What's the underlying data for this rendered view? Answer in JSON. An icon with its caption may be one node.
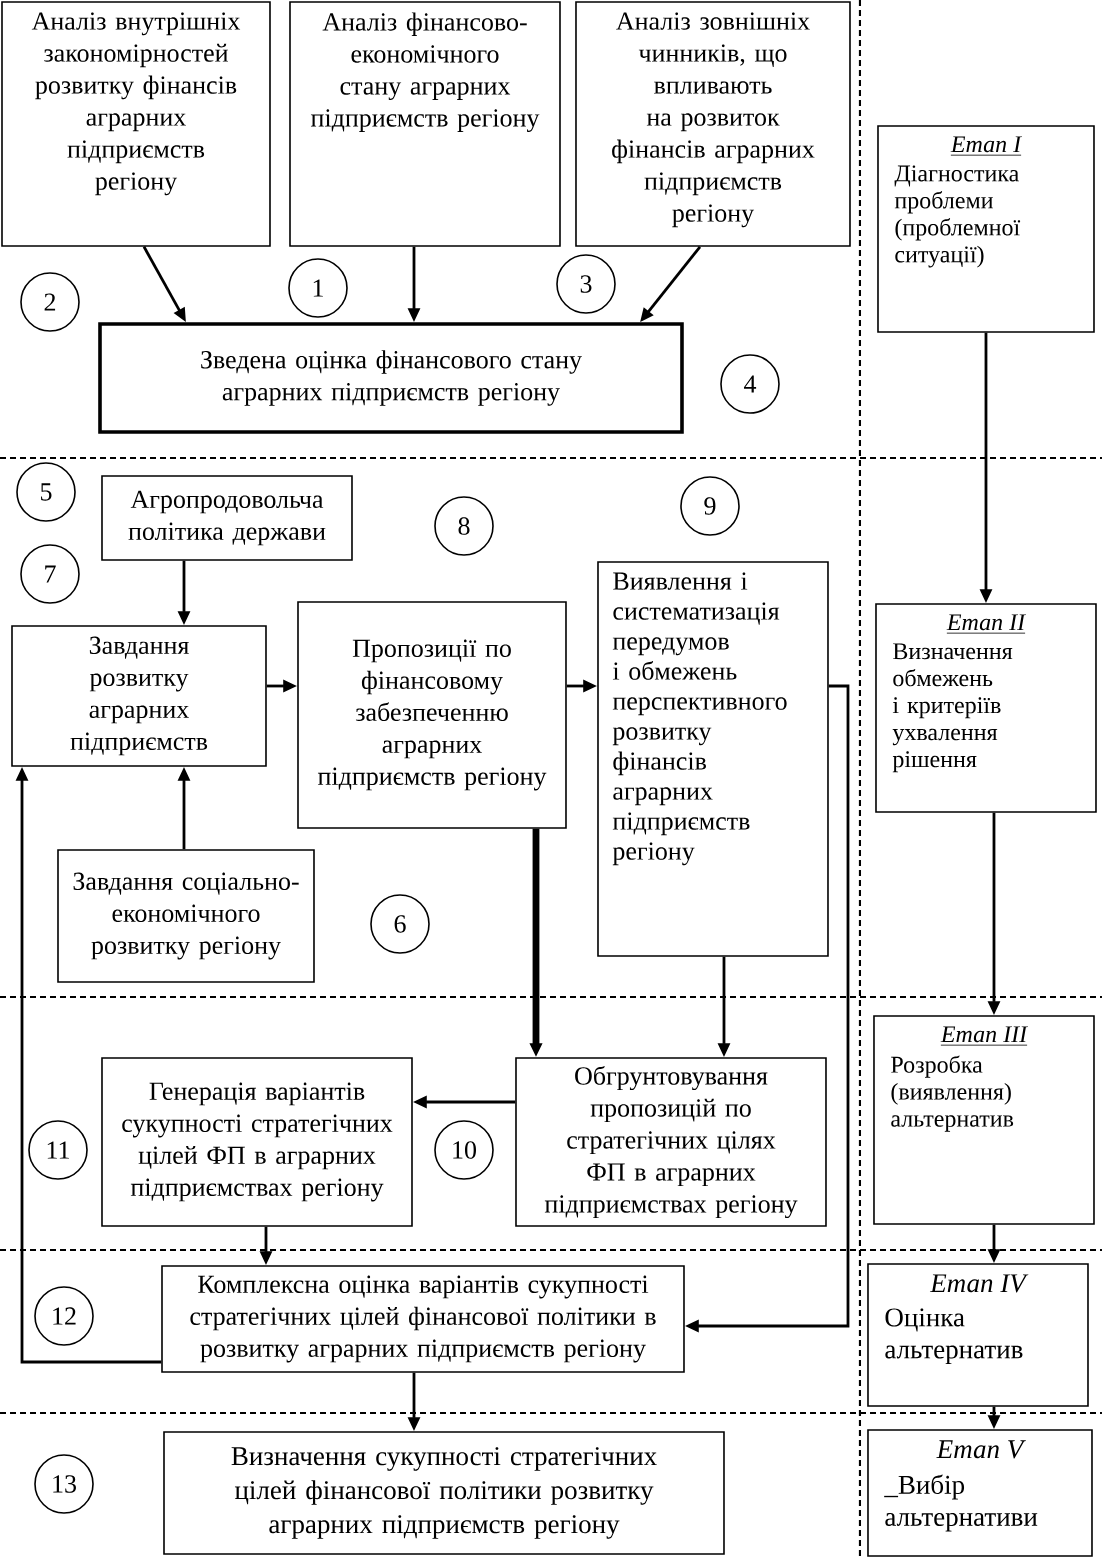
{
  "diagram": {
    "nodes": [
      {
        "text": [
          "Аналіз внутрішніх закономірностей розвитку фінансів аграрних підприємств регіону"
        ]
      },
      {
        "text": [
          "Аналіз фінансово-економічного стану аграрних підприємств регіону"
        ]
      },
      {
        "text": [
          "Аналіз зовнішніх чинників, що впливають на розвиток фінансів аграрних підприємств регіону"
        ]
      },
      {
        "text": [
          "2"
        ]
      },
      {
        "text": [
          "1"
        ]
      },
      {
        "text": [
          "3"
        ]
      },
      {
        "text": [
          "Зведена оцінка фінансового стану аграрних підприємств регіону"
        ]
      },
      {
        "text": [
          "4"
        ]
      },
      {
        "text": [
          "5"
        ]
      },
      {
        "text": [
          "Агропродовольча політика держави"
        ]
      },
      {
        "text": [
          "8"
        ]
      },
      {
        "text": [
          "9"
        ]
      },
      {
        "text": [
          "7"
        ]
      },
      {
        "text": [
          "Завдання розвитку аграрних підприємств"
        ]
      },
      {
        "text": [
          "Пропозиції по фінансовому забезпеченню аграрних підприємств регіону"
        ]
      },
      {
        "text": [
          "Виявлення і систематизація передумов і обмежень перспективного розвитку фінансів аграрних підприємств регіону"
        ]
      },
      {
        "text": [
          "Завдання соціально-економічного розвитку регіону"
        ]
      },
      {
        "text": [
          "6"
        ]
      },
      {
        "text": [
          "Генерація варіантів сукупності стратегічних цілей ФП в аграрних підприємствах регіону"
        ]
      },
      {
        "text": [
          "Обгрунтовування пропозицій по стратегічних цілях ФП в аграрних підприємствах регіону"
        ]
      },
      {
        "text": [
          "11"
        ]
      },
      {
        "text": [
          "10"
        ]
      },
      {
        "text": [
          "12"
        ]
      },
      {
        "text": [
          "Комплексна оцінка варіантів сукупності стратегічних цілей фінансової політики в розвитку аграрних підприємств регіону"
        ]
      },
      {
        "text": [
          "13"
        ]
      },
      {
        "text": [
          "Визначення сукупності стратегічних цілей фінансової політики розвитку аграрних підприємств регіону"
        ]
      },
      {
        "text": [
          "Етап I",
          "Діагностика проблеми (проблемної ситуації)"
        ]
      },
      {
        "text": [
          "Етап II",
          "Визначення обмежень і критеріїв ухвалення рішення"
        ]
      },
      {
        "text": [
          "Етап III",
          "Розробка (виявлення) альтернатив"
        ]
      },
      {
        "text": [
          "Етап IV",
          "Оцінка альтернатив"
        ]
      },
      {
        "text": [
          "Етап V",
          "_Вибір альтернативи"
        ]
      }
    ],
    "edges": [
      {
        "from": 0,
        "to": 6,
        "arrow": "to"
      },
      {
        "from": 1,
        "to": 6,
        "arrow": "to"
      },
      {
        "from": 2,
        "to": 6,
        "arrow": "to"
      },
      {
        "from": 9,
        "to": 13,
        "arrow": "to"
      },
      {
        "from": 16,
        "to": 13,
        "arrow": "to"
      },
      {
        "from": 13,
        "to": 14,
        "arrow": "to"
      },
      {
        "from": 14,
        "to": 15,
        "arrow": "to"
      },
      {
        "from": 14,
        "to": 19,
        "arrow": "to",
        "style": "thick"
      },
      {
        "from": 15,
        "to": 19,
        "arrow": "to"
      },
      {
        "from": 15,
        "to": 23,
        "arrow": "to"
      },
      {
        "from": 19,
        "to": 18,
        "arrow": "to"
      },
      {
        "from": 18,
        "to": 23,
        "arrow": "to"
      },
      {
        "from": 23,
        "to": 13,
        "arrow": "to"
      },
      {
        "from": 23,
        "to": 25,
        "arrow": "to"
      },
      {
        "from": 26,
        "to": 27,
        "arrow": "to"
      },
      {
        "from": 27,
        "to": 28,
        "arrow": "to"
      },
      {
        "from": 28,
        "to": 29,
        "arrow": "to"
      },
      {
        "from": 29,
        "to": 30,
        "arrow": "to"
      }
    ]
  }
}
